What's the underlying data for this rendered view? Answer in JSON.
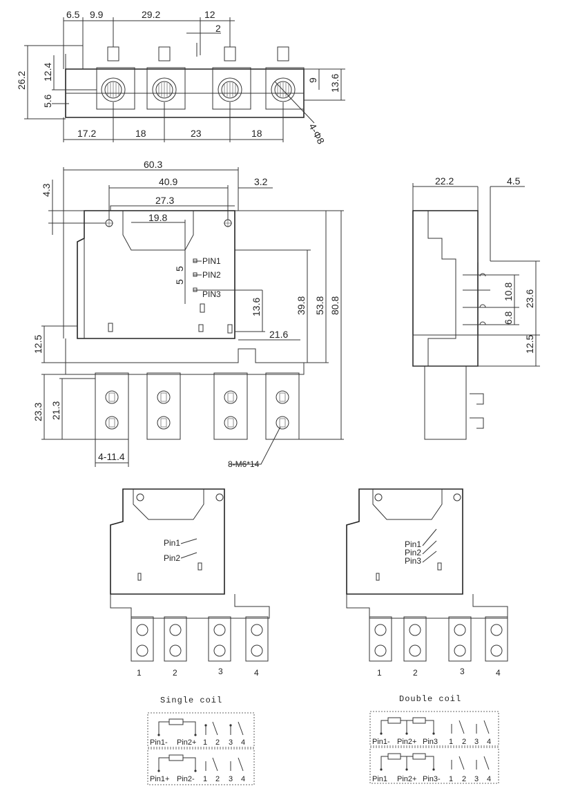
{
  "top_view": {
    "dims_top": [
      "6.5",
      "9.9",
      "29.2",
      "12",
      "2"
    ],
    "dims_left": [
      "26.2",
      "12.4",
      "5.6"
    ],
    "dims_right": [
      "9",
      "13.6"
    ],
    "dims_bottom": [
      "17.2",
      "18",
      "23",
      "18"
    ],
    "hole_callout": "4-Φ8"
  },
  "front_view": {
    "dims_top": [
      "60.3",
      "40.9",
      "3.2",
      "27.3",
      "19.8"
    ],
    "dim_left_top": "4.3",
    "pins": [
      "PIN1",
      "PIN2",
      "PIN3"
    ],
    "pin_spacing": [
      "5",
      "5"
    ],
    "dims_right": [
      "13.6",
      "39.8",
      "53.8",
      "80.8"
    ],
    "dim_terminal_offset": "21.6",
    "dims_left": [
      "12.5",
      "23.3",
      "21.3"
    ],
    "dim_terminal_width": "4-11.4",
    "screw_callout": "8-M6*14"
  },
  "side_view": {
    "dims": [
      "22.2",
      "4.5",
      "10.8",
      "23.6",
      "6.8",
      "12.5"
    ]
  },
  "single_coil": {
    "pin_labels": [
      "Pin1",
      "Pin2"
    ],
    "terminal_numbers": [
      "1",
      "2",
      "3",
      "4"
    ],
    "caption": "Single coil",
    "schematic_row1": [
      "Pin1-",
      "Pin2+",
      "1",
      "2",
      "3",
      "4"
    ],
    "schematic_row2": [
      "Pin1+",
      "Pin2-",
      "1",
      "2",
      "3",
      "4"
    ]
  },
  "double_coil": {
    "pin_labels": [
      "Pin1",
      "Pin2",
      "Pin3"
    ],
    "terminal_numbers": [
      "1",
      "2",
      "3",
      "4"
    ],
    "caption": "Double coil",
    "schematic_row1": [
      "Pin1-",
      "Pin2+",
      "Pin3",
      "1",
      "2",
      "3",
      "4"
    ],
    "schematic_row2": [
      "Pin1",
      "Pin2+",
      "Pin3-",
      "1",
      "2",
      "3",
      "4"
    ]
  }
}
